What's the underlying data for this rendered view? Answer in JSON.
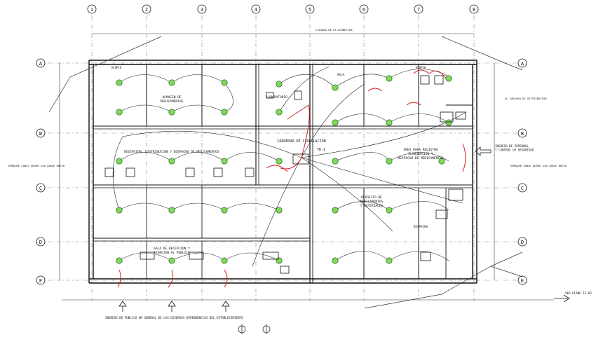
{
  "plan": {
    "col_axes": [
      "1",
      "2",
      "3",
      "4",
      "5",
      "6",
      "7",
      "8"
    ],
    "row_axes": [
      "A",
      "B",
      "C",
      "D",
      "E"
    ],
    "rooms": [
      "ALMACEN DE\nMEDICAMENTOS",
      "ACOPIO",
      "LABORATORIO",
      "ACOPIO",
      "SALA",
      "RECEPCION, DISTRIBUCION Y DESPACHO DE MEDICAMENTOS",
      "CORREDOR DE CIRCULACION",
      "AREA PARA REGISTRO\nELABORACION Y\nDESPACHO DE MEDICAMENTOS",
      "SALA DE RECEPCION Y\nATENCION AL PUBLICO",
      "DEPOSITO DE\nMEDICAMENTOS\nY MATERIALES",
      "DESPACHO"
    ],
    "annotations": {
      "entrance_right": "INGRESO DE PERSONAL\nY CONTROL DE SEGURIDAD",
      "public_entrance": "INGRESO DE PUBLICO EN GENERAL DE LAS DIVERSAS DEPENDENCIAS DEL ESTABLECIMIENTO",
      "ver_plano": "VER PLANO IE-02",
      "empalme_left": "EMPALME CABLE AEREO SIN CABLE NUEVO",
      "empalme_right": "EMPALME CABLE AEREO SIN CABLE NUEVO",
      "top_note": "LLEGADA DE LA ACOMETIDA",
      "right_note": "AL TABLERO DE DISTRIBUCION",
      "circuit_tag": "TD-1"
    }
  }
}
